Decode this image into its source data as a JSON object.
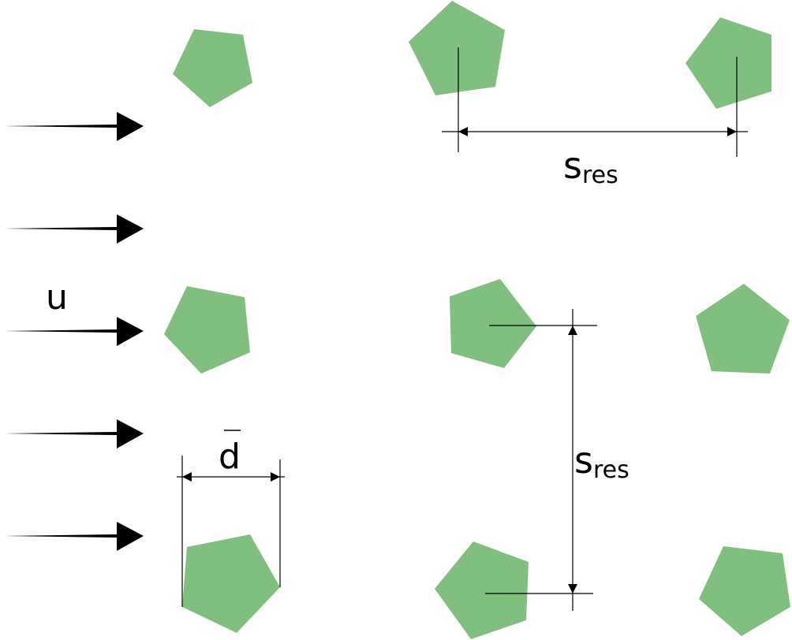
{
  "diagram": {
    "flow_label": "u",
    "diameter_label": "d",
    "spacing_horizontal": {
      "symbol": "s",
      "subscript": "res"
    },
    "spacing_vertical": {
      "symbol": "s",
      "subscript": "res"
    },
    "colors": {
      "particle_fill": "#81bf7f",
      "line": "#000000",
      "background": "#ffffff"
    },
    "particle_shape": "pentagon",
    "flow_arrow_count": 5,
    "particle_count": 9
  }
}
